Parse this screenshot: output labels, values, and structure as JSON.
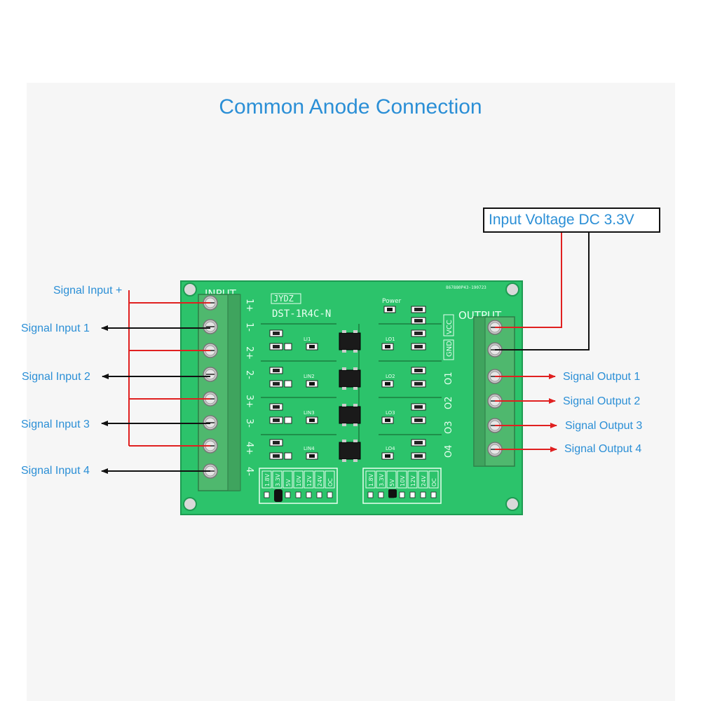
{
  "title": "Common Anode Connection",
  "voltage_box": "Input Voltage DC 3.3V",
  "left_labels": [
    "Signal Input +",
    "Signal Input 1",
    "Signal Input 2",
    "Signal Input 3",
    "Signal Input 4"
  ],
  "right_labels": [
    "Signal Output 1",
    "Signal Output 2",
    "Signal Output 3",
    "Signal Output 4"
  ],
  "board": {
    "brand": "JYDZ",
    "model": "DST-1R4C-N",
    "serial": "867880P43-190723",
    "input_header": "INPUT",
    "output_header": "OUTPUT",
    "power_label": "Power",
    "input_pins": [
      "1+",
      "1-",
      "2+",
      "2-",
      "3+",
      "3-",
      "4+",
      "4-"
    ],
    "output_pins": [
      "VCC",
      "GND",
      "O1",
      "O2",
      "O3",
      "O4"
    ],
    "lin_labels": [
      "LI1",
      "LIN2",
      "LIN3",
      "LIN4"
    ],
    "lo_labels": [
      "LO1",
      "LO2",
      "LO3",
      "LO4"
    ],
    "voltage_options": [
      "1.8V",
      "3.3V",
      "5V",
      "10V",
      "12V",
      "24V",
      "OC"
    ],
    "voltage_options_right": [
      "1.8V",
      "3.3V",
      "5V",
      "10V",
      "12V",
      "24V",
      "OC"
    ]
  },
  "colors": {
    "accent": "#2b8fd6",
    "pcb": "#2cc36b",
    "terminal": "#4fb86e",
    "red_wire": "#e02020",
    "black_wire": "#111111"
  }
}
